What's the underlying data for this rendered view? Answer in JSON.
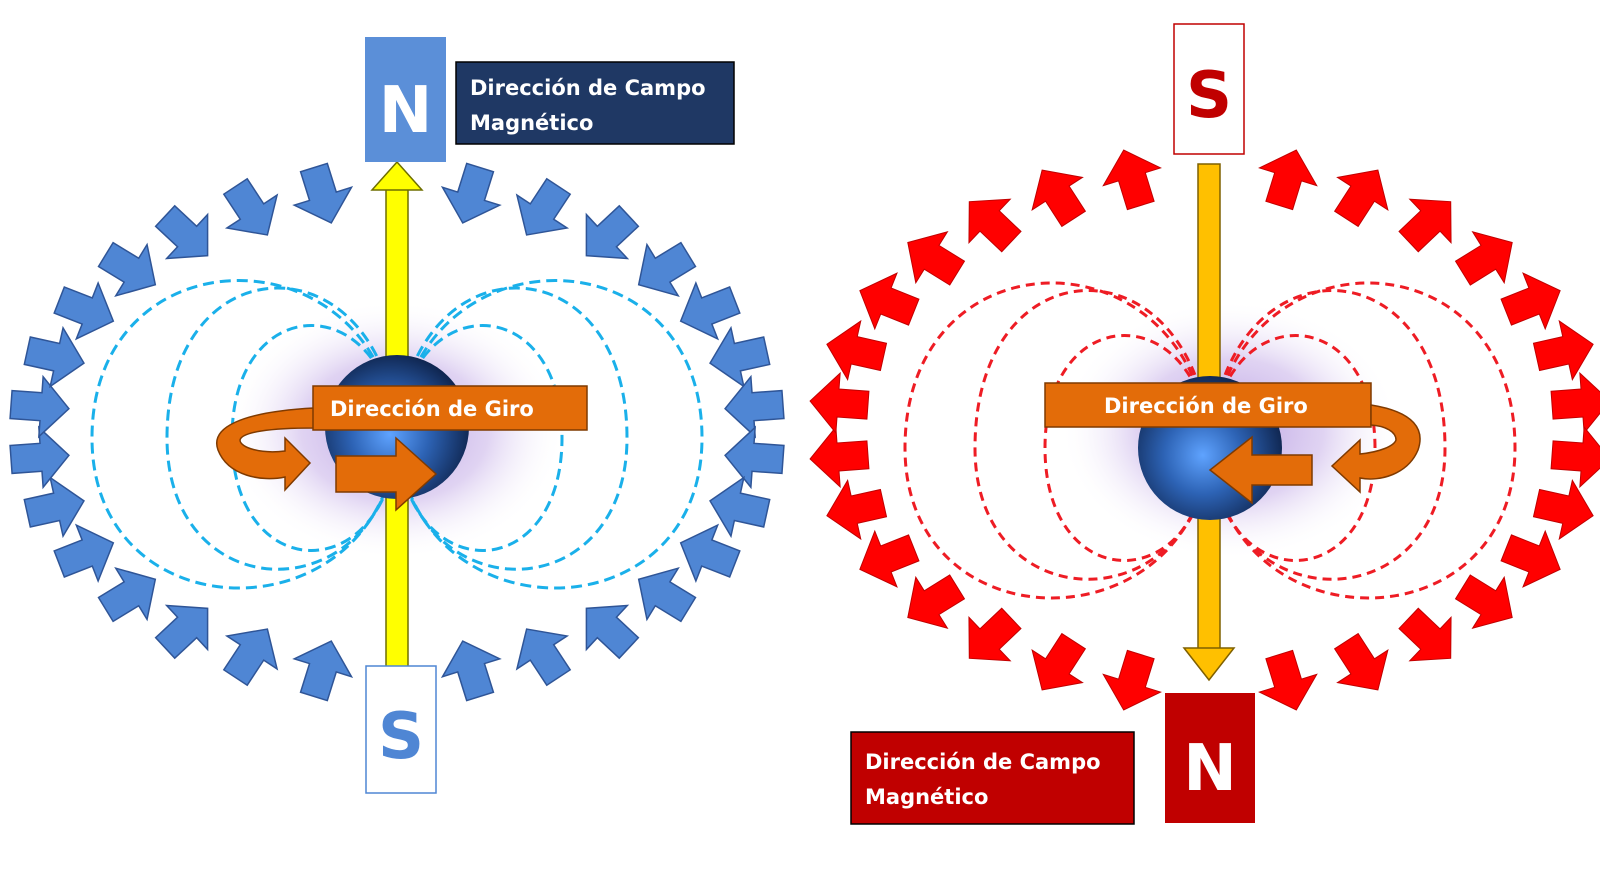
{
  "left_panel": {
    "top_pole": "N",
    "bottom_pole": "S",
    "field_label_line1": "Dirección de Campo",
    "field_label_line2": "Magnético",
    "spin_label": "Dirección de Giro",
    "colors": {
      "pole_fill": "#5b8fd8",
      "arrows": "#4f86d4",
      "field_lines": "#1ab0ea",
      "label_bg": "#1f3864",
      "axis": "#ffff00"
    },
    "field_direction": "spin-axis-points-to-N; arrows flow from N around to S"
  },
  "right_panel": {
    "top_pole": "S",
    "bottom_pole": "N",
    "field_label_line1": "Dirección de Campo",
    "field_label_line2": "Magnético",
    "spin_label": "Dirección de Giro",
    "colors": {
      "pole_fill": "#c00000",
      "arrows": "#ff0000",
      "field_lines": "#ee1c24",
      "label_bg": "#c00000",
      "axis": "#ffc000"
    },
    "field_direction": "spin-axis-points-to-N; arrows flow from N around to S"
  },
  "spin_arrow_color": "#e36c09",
  "sphere_color": "#2a5aa0"
}
